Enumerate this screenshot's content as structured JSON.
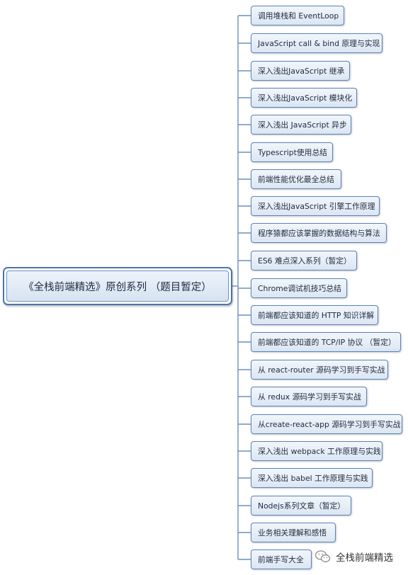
{
  "root": {
    "label": "《全栈前端精选》原创系列 （题目暂定）"
  },
  "branches": [
    "调用堆栈和 EventLoop",
    "JavaScript call & bind 原理与实现",
    "深入浅出JavaScript 继承",
    "深入浅出JavaScript 模块化",
    "深入浅出 JavaScript 异步",
    "Typescript使用总结",
    "前端性能优化最全总结",
    "深入浅出JavaScript 引擎工作原理",
    "程序猿都应该掌握的数据结构与算法",
    "ES6 难点深入系列（暂定）",
    "Chrome调试机技巧总结",
    "前端都应该知道的 HTTP 知识详解",
    "前端都应该知道的 TCP/IP 协议 （暂定）",
    "从 react-router 源码学习到手写实战",
    "从 redux 源码学习到手写实战",
    "从create-react-app 源码学习到手写实战",
    "深入浅出 webpack 工作原理与实践",
    "深入浅出 babel 工作原理与实践",
    "Nodejs系列文章（暂定）",
    "业务相关理解和感悟",
    "前端手写大全"
  ],
  "watermark": {
    "text": "全栈前端精选",
    "icon": "wechat-icon"
  },
  "colors": {
    "line": "#6d8fbd",
    "node_border": "#5b83b8",
    "root_border": "#4a76ad"
  }
}
